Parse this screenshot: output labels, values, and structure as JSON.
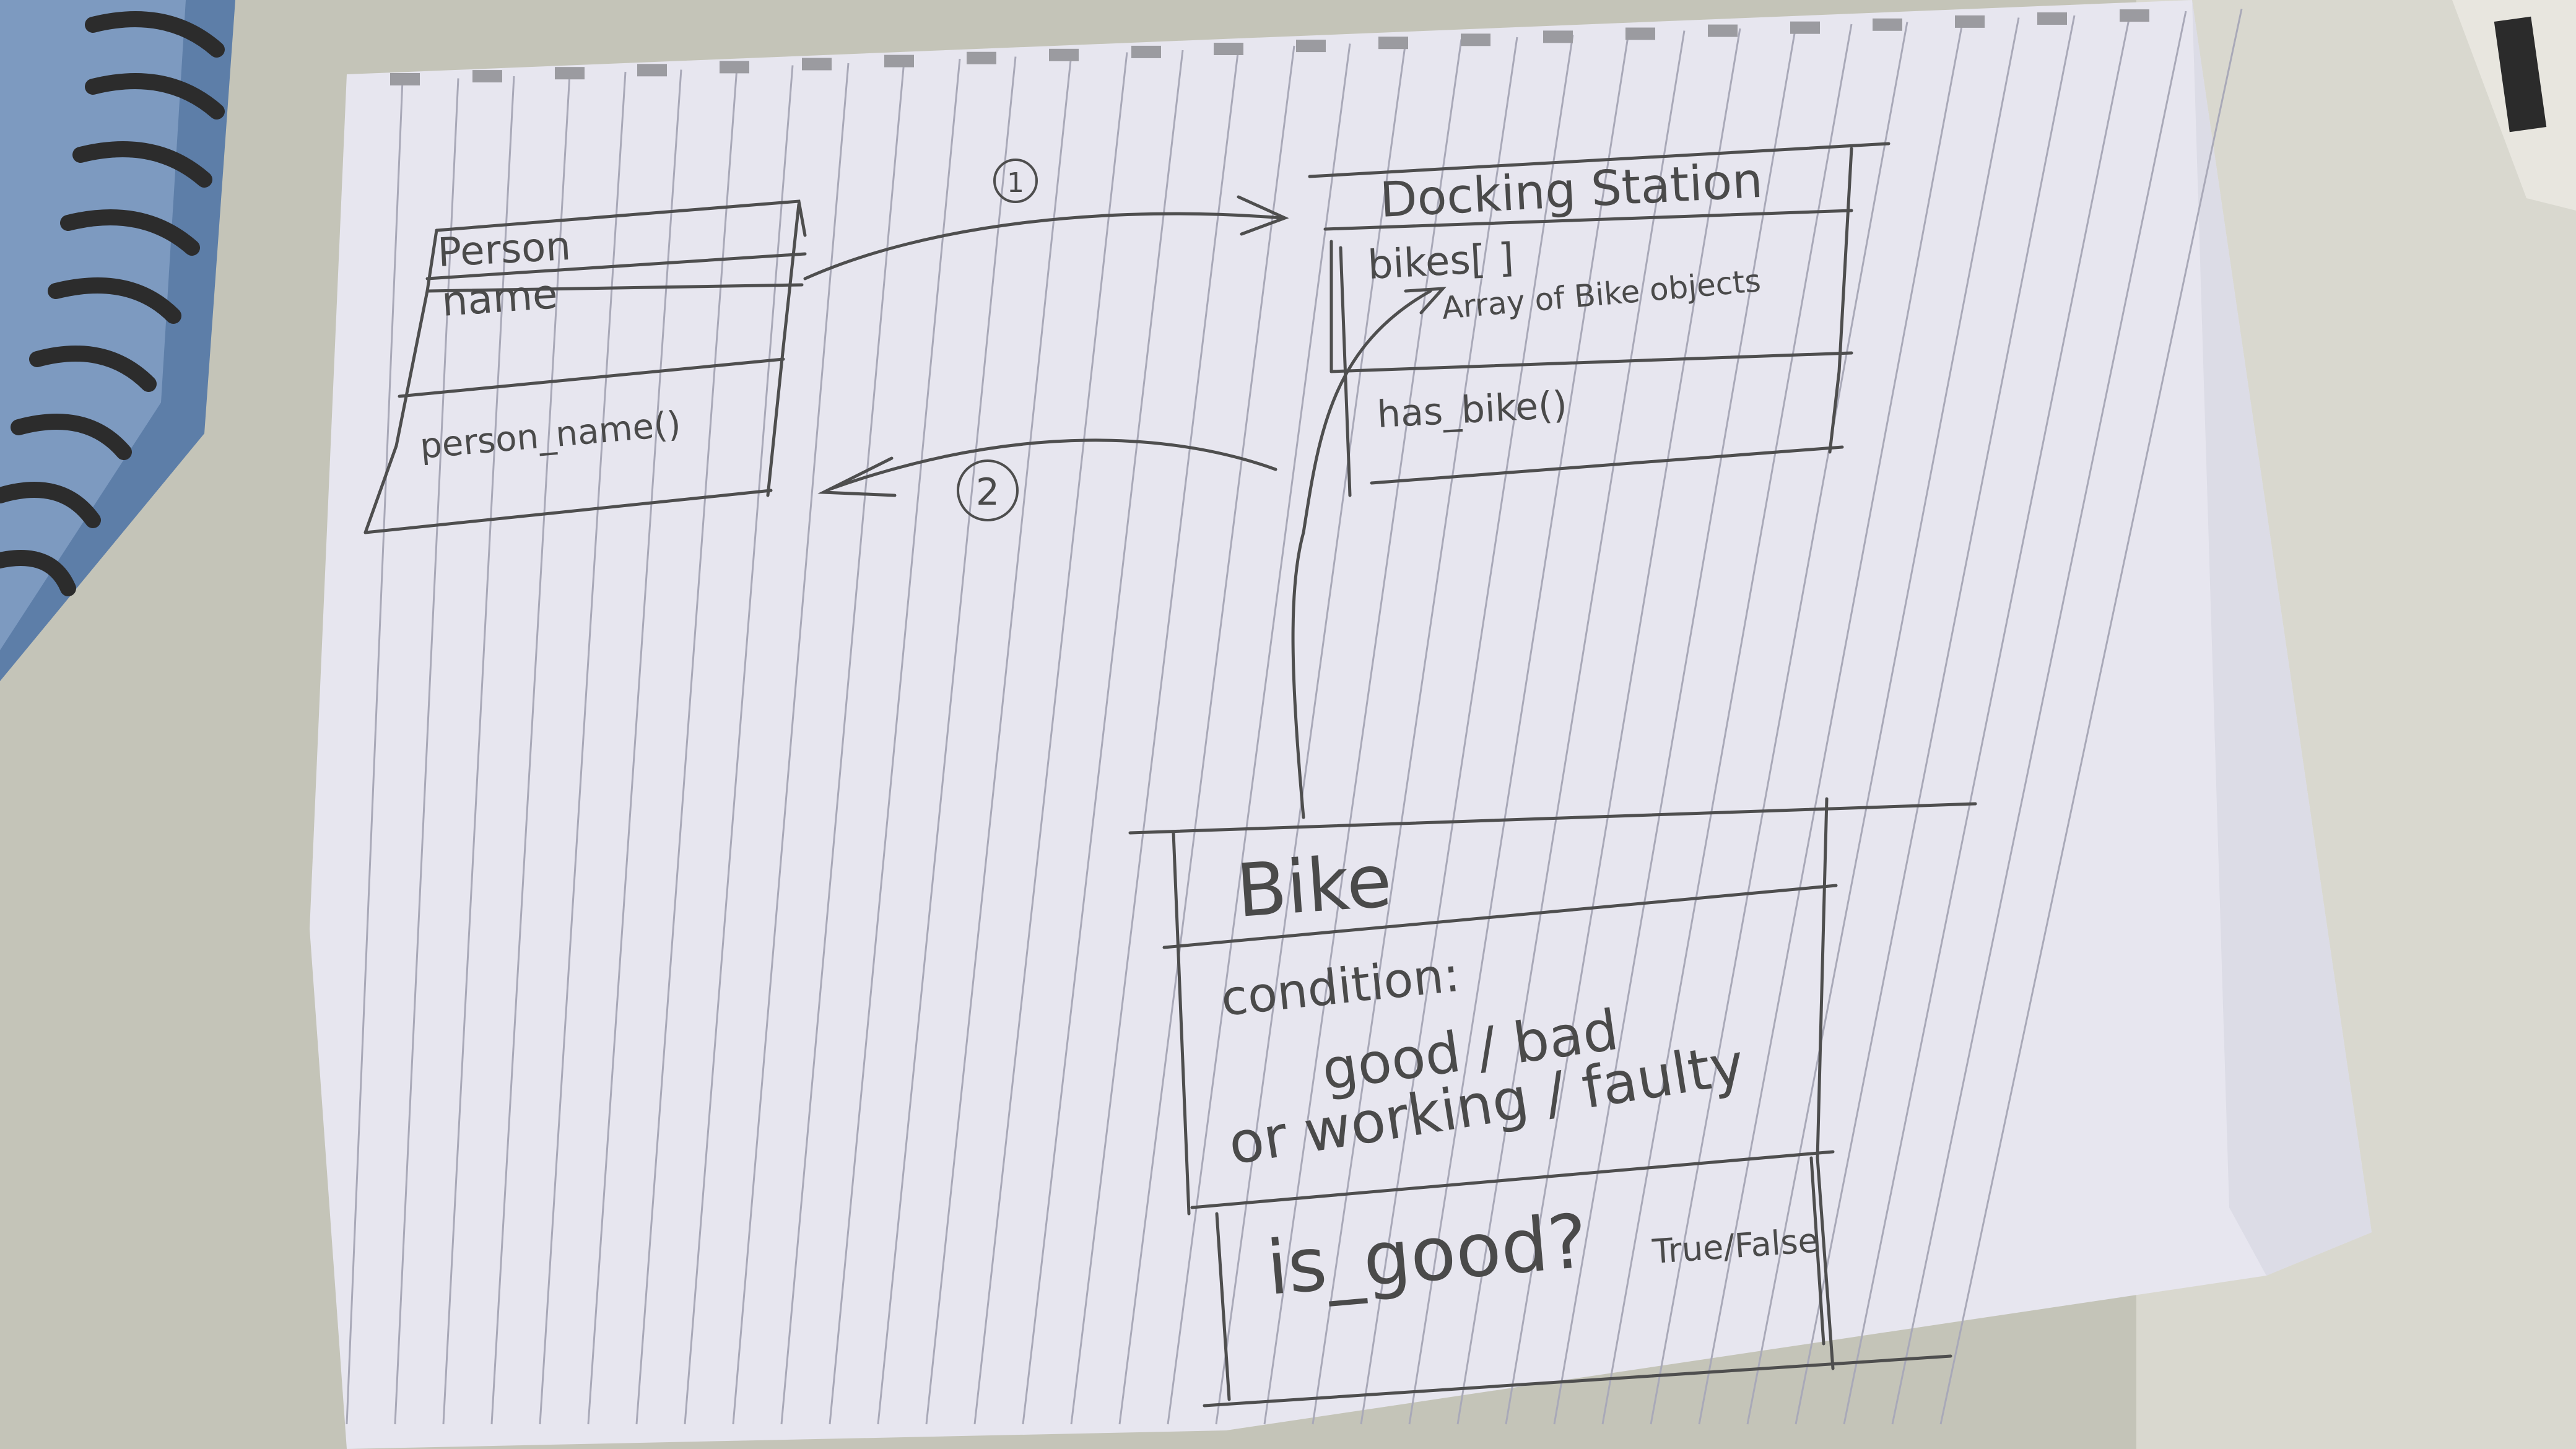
{
  "diagram": {
    "person": {
      "title": "Person",
      "attribute": "name",
      "method": "person_name()"
    },
    "docking_station": {
      "title": "Docking Station",
      "attribute": "bikes[ ]",
      "attribute_note": "Array of Bike objects",
      "method": "has_bike()"
    },
    "bike": {
      "title": "Bike",
      "attribute_line1": "condition:",
      "attribute_line2": "good / bad",
      "attribute_line3": "or  working / faulty",
      "method": "is_good?",
      "method_note": "True/False"
    },
    "arrows": {
      "step1": "1",
      "step2": "2"
    }
  }
}
